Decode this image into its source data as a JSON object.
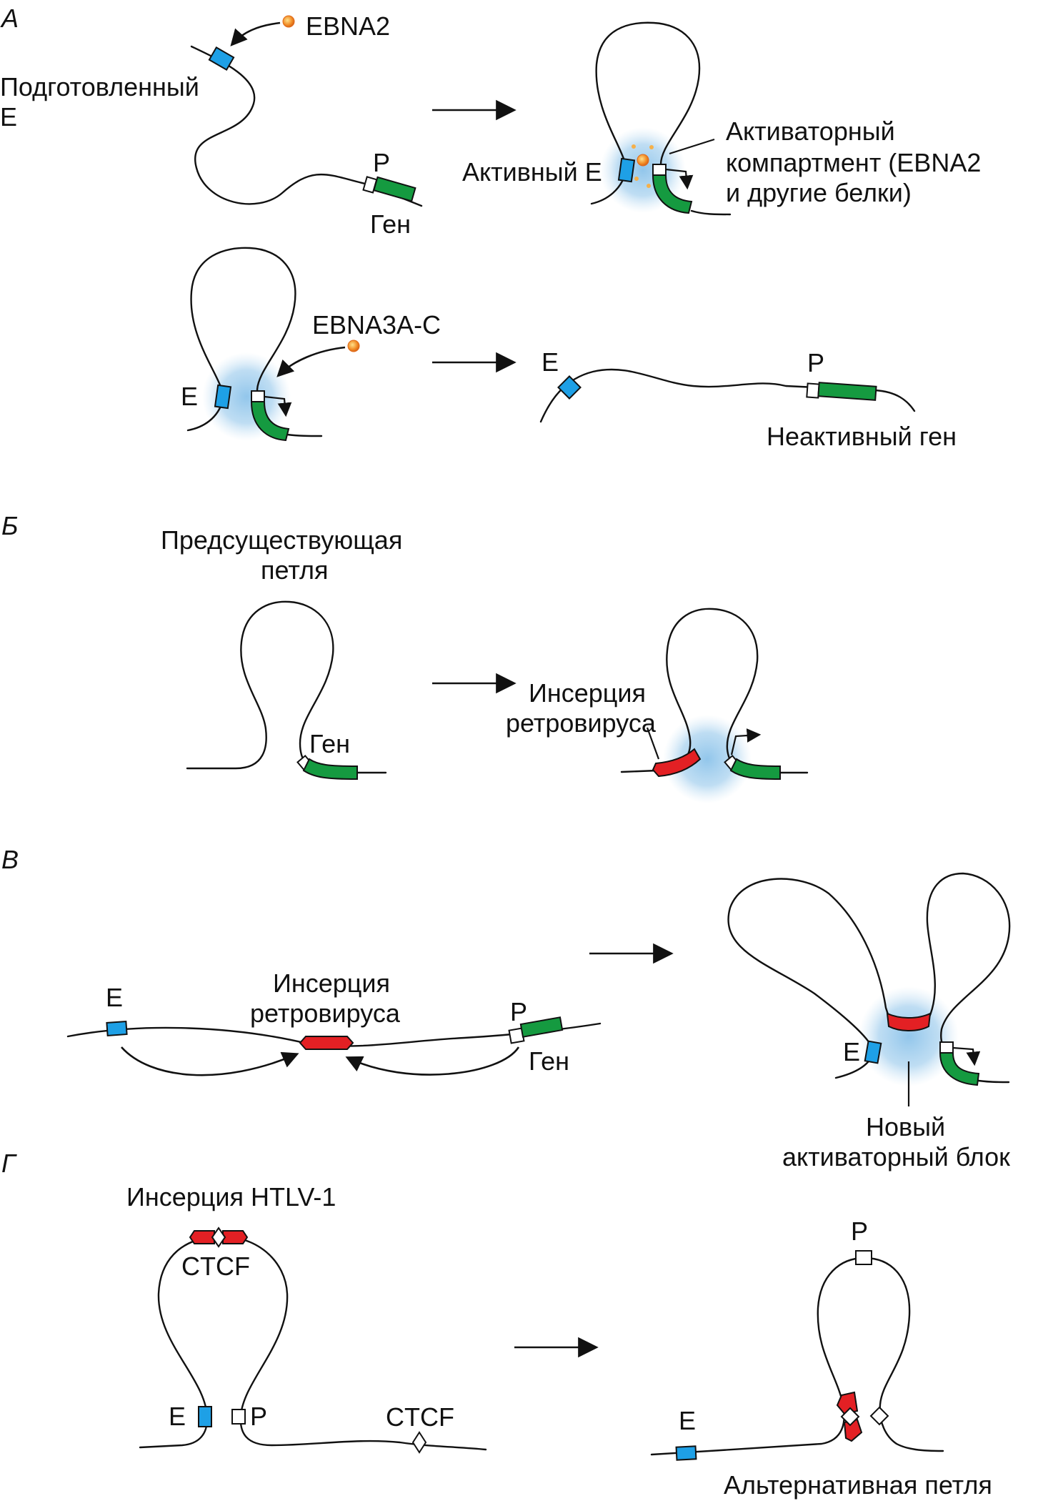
{
  "colors": {
    "enhancer": "#1ea0e6",
    "gene": "#159a40",
    "retrovirus": "#e32024",
    "promoter": "#ffffff",
    "compartment": "#8cc3ea",
    "protein": "#f08a24",
    "line": "#111111"
  },
  "icons": {
    "protein": "orange-dot-icon",
    "transcription": "bent-arrow-icon",
    "ctcf": "diamond-icon"
  },
  "panels": {
    "a": {
      "letter": "А",
      "ebna2": "EBNA2",
      "primed_enhancer_line1": "Подготовленный",
      "primed_enhancer_line2": "Е",
      "promoter": "Р",
      "gene": "Ген",
      "active_enhancer": "Активный Е",
      "compartment_line1": "Активаторный",
      "compartment_line2": "компартмент (EBNA2",
      "compartment_line3": "и другие белки)",
      "enhancer_label": "Е",
      "ebna3": "EBNA3A-C",
      "promoter2": "Р",
      "enhancer_label2": "Е",
      "inactive_gene": "Неактивный ген"
    },
    "b": {
      "letter": "Б",
      "preexisting_line1": "Предсуществующая",
      "preexisting_line2": "петля",
      "gene": "Ген",
      "insertion_line1": "Инсерция",
      "insertion_line2": "ретровируса"
    },
    "c": {
      "letter": "В",
      "enhancer": "Е",
      "insertion_line1": "Инсерция",
      "insertion_line2": "ретровируса",
      "promoter": "Р",
      "gene": "Ген",
      "enhancer2": "Е",
      "new_block_line1": "Новый",
      "new_block_line2": "активаторный блок"
    },
    "d": {
      "letter": "Г",
      "htlv": "Инсерция HTLV-1",
      "ctcf_top": "CTCF",
      "enhancer": "Е",
      "promoter": "Р",
      "ctcf_right": "CTCF",
      "promoter2": "Р",
      "enhancer2": "Е",
      "alternative_loop": "Альтернативная петля"
    }
  }
}
